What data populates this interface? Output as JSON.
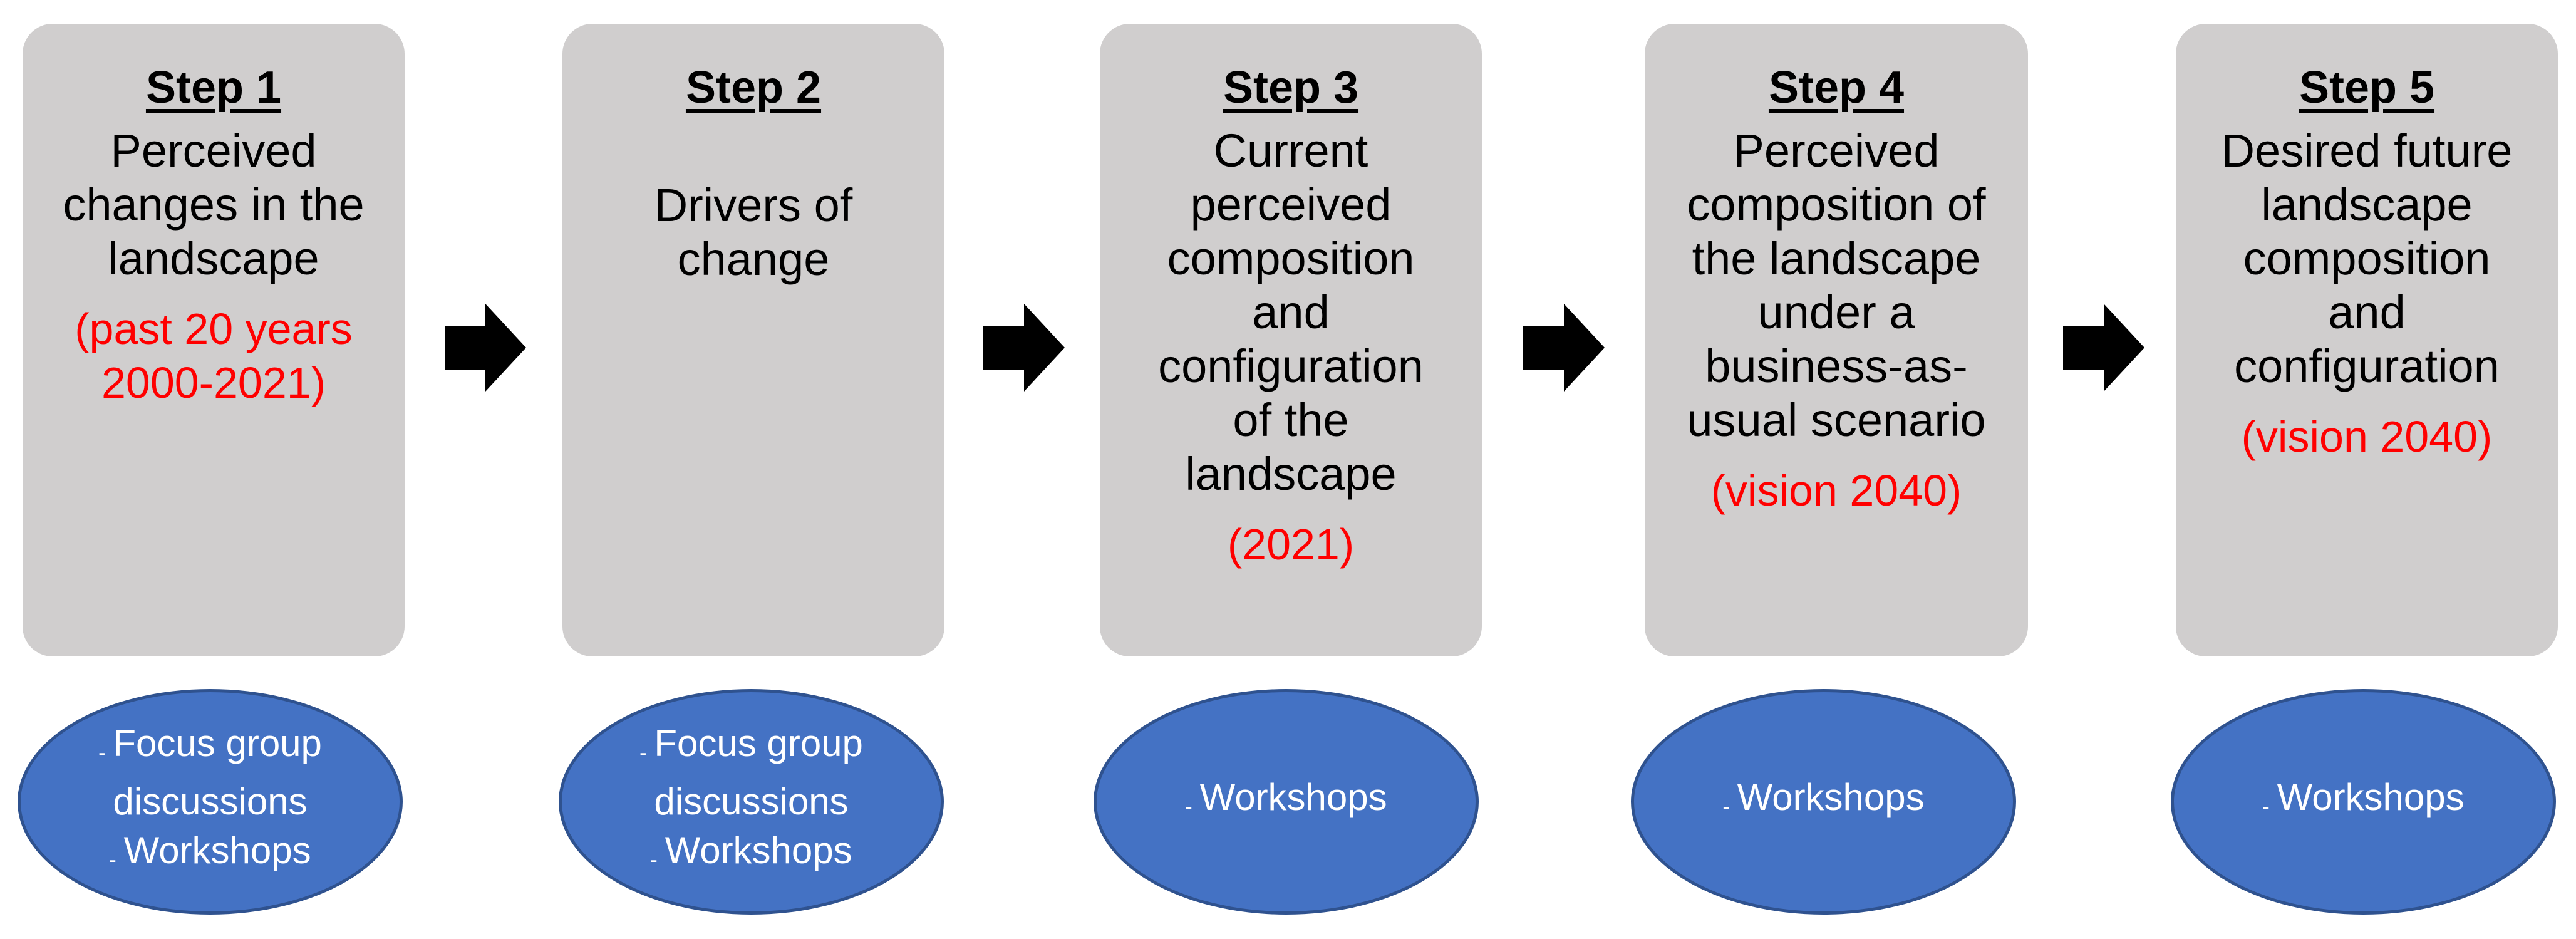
{
  "steps": [
    {
      "title": "Step 1",
      "lines": [
        "Perceived",
        "changes in the",
        "landscape"
      ],
      "period": [
        "(past 20 years",
        "2000-2021)"
      ],
      "methods": [
        "Focus group",
        "discussions",
        "Workshops"
      ]
    },
    {
      "title": "Step 2",
      "lines": [
        "Drivers of",
        "change"
      ],
      "period": [],
      "methods": [
        "Focus group",
        "discussions",
        "Workshops"
      ]
    },
    {
      "title": "Step 3",
      "lines": [
        "Current",
        "perceived",
        "composition",
        "and",
        "configuration",
        "of the",
        "landscape"
      ],
      "period": [
        "(2021)"
      ],
      "methods": [
        "Workshops"
      ]
    },
    {
      "title": "Step 4",
      "lines": [
        "Perceived",
        "composition of",
        "the landscape",
        "under a",
        "business-as-",
        "usual scenario"
      ],
      "period": [
        "(vision 2040)"
      ],
      "methods": [
        "Workshops"
      ]
    },
    {
      "title": "Step 5",
      "lines": [
        "Desired future",
        "landscape",
        "composition",
        "and",
        "configuration"
      ],
      "period": [
        "(vision 2040)"
      ],
      "methods": [
        "Workshops"
      ]
    }
  ],
  "bullet_glyph": "-",
  "colors": {
    "box_fill": "#d0cece",
    "period_text": "#ff0000",
    "oval_fill": "#4472c4",
    "oval_text": "#ffffff",
    "arrow": "#000000"
  }
}
